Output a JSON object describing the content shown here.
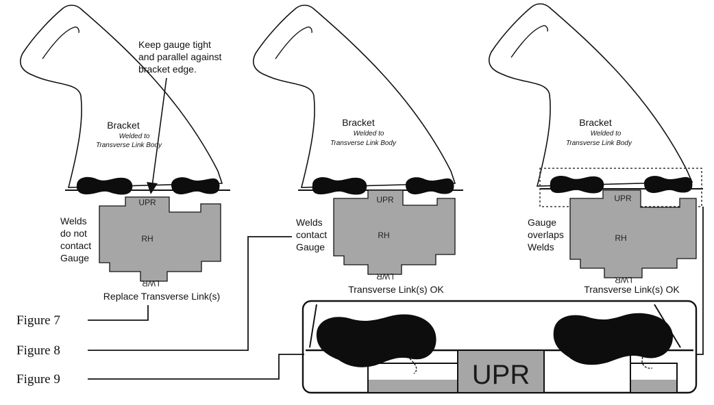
{
  "colors": {
    "gauge_fill": "#a6a6a6",
    "outline": "#111111",
    "weld_fill": "#0d0d0d",
    "background": "#ffffff"
  },
  "figures": [
    {
      "id": "figure-7",
      "bracket_label": "Bracket",
      "bracket_sub": "Welded to",
      "bracket_sub2": "Transverse Link Body",
      "gauge_upper": "UPR",
      "gauge_center": "RH",
      "gauge_lower": "LWR",
      "side_note": [
        "Welds",
        "do not",
        "contact",
        "Gauge"
      ],
      "verdict": "Replace Transverse Link(s)",
      "caption": "Figure 7"
    },
    {
      "id": "figure-8",
      "bracket_label": "Bracket",
      "bracket_sub": "Welded to",
      "bracket_sub2": "Transverse Link Body",
      "gauge_upper": "UPR",
      "gauge_center": "RH",
      "gauge_lower": "LWR",
      "side_note": [
        "Welds",
        "contact",
        "Gauge"
      ],
      "verdict": "Transverse Link(s) OK",
      "caption": "Figure 8"
    },
    {
      "id": "figure-9",
      "bracket_label": "Bracket",
      "bracket_sub": "Welded to",
      "bracket_sub2": "Transverse Link Body",
      "gauge_upper": "UPR",
      "gauge_center": "RH",
      "gauge_lower": "LWR",
      "side_note": [
        "Gauge",
        "overlaps",
        "Welds"
      ],
      "verdict": "Transverse Link(s) OK",
      "caption": "Figure 9"
    }
  ],
  "callout": [
    "Keep gauge tight",
    "and parallel against",
    "bracket edge."
  ],
  "detail_label": "UPR"
}
